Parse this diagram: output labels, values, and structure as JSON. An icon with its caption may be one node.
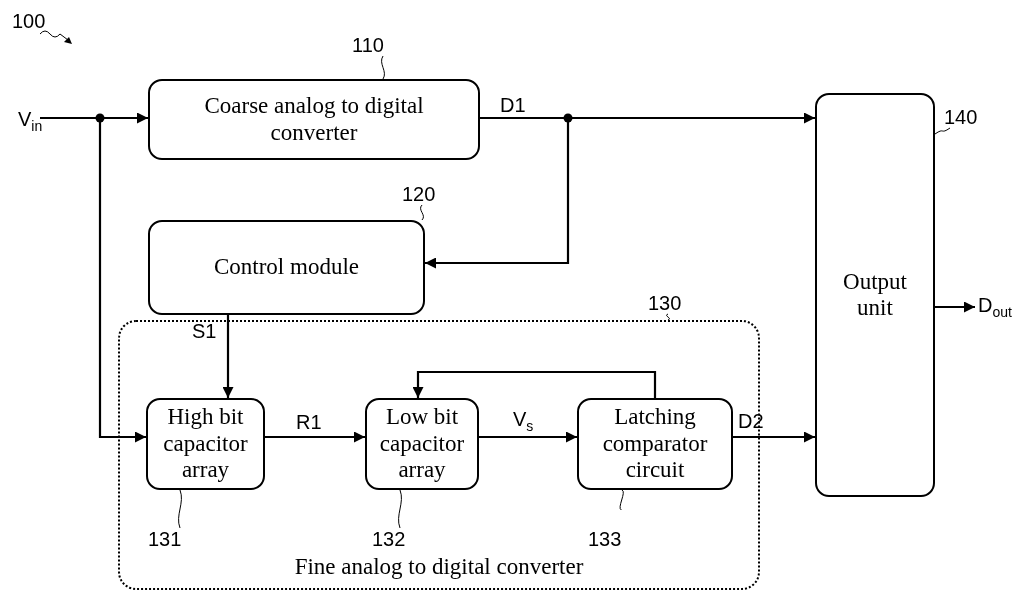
{
  "diagram": {
    "nodes": [
      {
        "text": [
          "Coarse analog to digital converter"
        ]
      },
      {
        "text": [
          "Control module"
        ]
      },
      {
        "text": [
          "Fine analog to digital converter"
        ]
      },
      {
        "text": [
          "High bit capacitor array"
        ],
        "in": 2
      },
      {
        "text": [
          "Low bit capacitor array"
        ],
        "in": 2
      },
      {
        "text": [
          "Latching comparator circuit"
        ],
        "in": 2
      },
      {
        "text": [
          "Output unit"
        ]
      },
      {
        "text": [
          "110"
        ]
      },
      {
        "text": [
          "120"
        ]
      },
      {
        "text": [
          "130"
        ]
      },
      {
        "text": [
          "131"
        ],
        "in": 2
      },
      {
        "text": [
          "132"
        ],
        "in": 2
      },
      {
        "text": [
          "133"
        ],
        "in": 2
      },
      {
        "text": [
          "140"
        ]
      }
    ],
    "edges": [
      {
        "from": null,
        "to": 0,
        "arrow": "to",
        "label": "V$_{in}$"
      },
      {
        "from": null,
        "to": 3,
        "arrow": "to"
      },
      {
        "from": 0,
        "to": 6,
        "arrow": "to",
        "label": "D1"
      },
      {
        "from": 0,
        "to": 1,
        "arrow": "to"
      },
      {
        "from": 1,
        "to": 3,
        "arrow": "to",
        "label": "S1"
      },
      {
        "from": 3,
        "to": 4,
        "arrow": "to",
        "label": "R1"
      },
      {
        "from": 4,
        "to": 5,
        "arrow": "to",
        "label": "V$_{s}$"
      },
      {
        "from": 5,
        "to": 4,
        "arrow": "to"
      },
      {
        "from": 5,
        "to": 6,
        "arrow": "to",
        "label": "D2"
      },
      {
        "from": 6,
        "to": null,
        "arrow": "to",
        "label": "D$_{out}$"
      },
      {
        "from": 7,
        "to": 0,
        "arrow": "none"
      },
      {
        "from": 8,
        "to": 1,
        "arrow": "none"
      },
      {
        "from": 9,
        "to": 2,
        "arrow": "none"
      },
      {
        "from": 10,
        "to": 3,
        "arrow": "none"
      },
      {
        "from": 11,
        "to": 4,
        "arrow": "none"
      },
      {
        "from": 12,
        "to": 5,
        "arrow": "none"
      },
      {
        "from": 13,
        "to": 6,
        "arrow": "none"
      }
    ],
    "labels": [
      "100"
    ]
  }
}
